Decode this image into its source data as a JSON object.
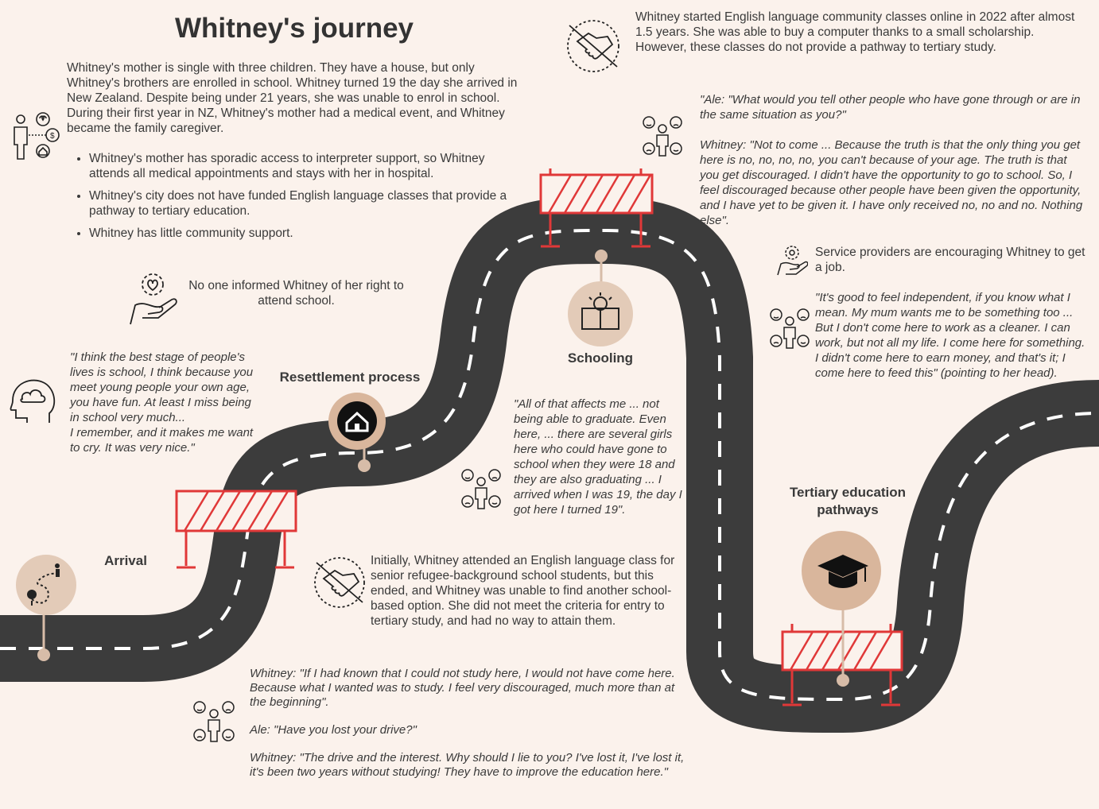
{
  "title": "Whitney's journey",
  "intro": "Whitney's mother is single with three children. They have a house, but only Whitney's brothers are enrolled in school. Whitney turned 19 the day she arrived in New Zealand. Despite being under 21 years, she was unable to enrol in school. During their first year in NZ, Whitney's mother had a medical event, and Whitney became the family caregiver.",
  "bullets": [
    "Whitney's  mother has sporadic access to interpreter support, so Whitney attends all medical appointments and stays with her in hospital.",
    "Whitney's city does not have funded English language classes that provide a pathway to tertiary education.",
    "Whitney has little community support."
  ],
  "not_informed": "No one informed Whitney of her right to attend school.",
  "quote_school": "\"I think the best stage of people's lives is school, I think because you meet young people your own age, you have fun. At least I miss being in school very much...\nI remember, and it makes me want to cry. It was very nice.\"",
  "stages": {
    "arrival": "Arrival",
    "resettlement": "Resettlement process",
    "schooling": "Schooling",
    "tertiary": "Tertiary education pathways"
  },
  "online_classes": "Whitney started English language community classes online in 2022 after almost 1.5 years. She was able to buy a computer thanks to a small scholarship. However, these classes do not provide a pathway to tertiary study.",
  "ale_question": "\"Ale: \"What would you tell other people who have gone through or are in the same situation as you?\"",
  "whitney_answer": "Whitney: \"Not to come ... Because the truth is that the only thing you get here is no, no, no, no, you can't because of your age. The truth is that you get discouraged. I didn't have the opportunity to go to school. So, I feel discouraged because other people have been given the opportunity, and I have yet to be given it. I have only received no, no and no. Nothing else\".",
  "service_providers": "Service providers are encouraging Whitney to get a job.",
  "quote_independent": "\"It's good to feel independent, if you know what I mean. My mum wants me to be something too ... But I don't come here to work as a cleaner. I can work, but not all my life. I come here for something. I didn't come here to earn money, and that's it; I come here to feed this\" (pointing to her head).",
  "quote_graduate": "\"All of that affects me ... not being able to graduate. Even here, ... there are several girls here who could have gone to school when they were 18 and they are also graduating ... I arrived when I was 19, the day I got here I turned 19\".",
  "initially": "Initially, Whitney attended an English language class for senior refugee-background school students, but this ended, and Whitney was unable to find another school-based option. She did not meet the criteria for entry to tertiary study, and had no way to attain them.",
  "bottom_q1": "Whitney: \"If I had known that I could not study here, I would not have come here. Because what I wanted was to study. I feel very discouraged, much more than at the beginning\".",
  "bottom_q2": "Ale: \"Have you lost your drive?\"",
  "bottom_q3": "Whitney: \"The drive and the interest. Why should I lie to you? I've lost it, I've lost it, it's been two years without studying! They have to improve the education here.\"",
  "colors": {
    "road": "#3c3c3c",
    "barrier": "#e03838",
    "pin": "#d7bca8",
    "background": "#fbf2ec",
    "dash": "#ffffff"
  }
}
